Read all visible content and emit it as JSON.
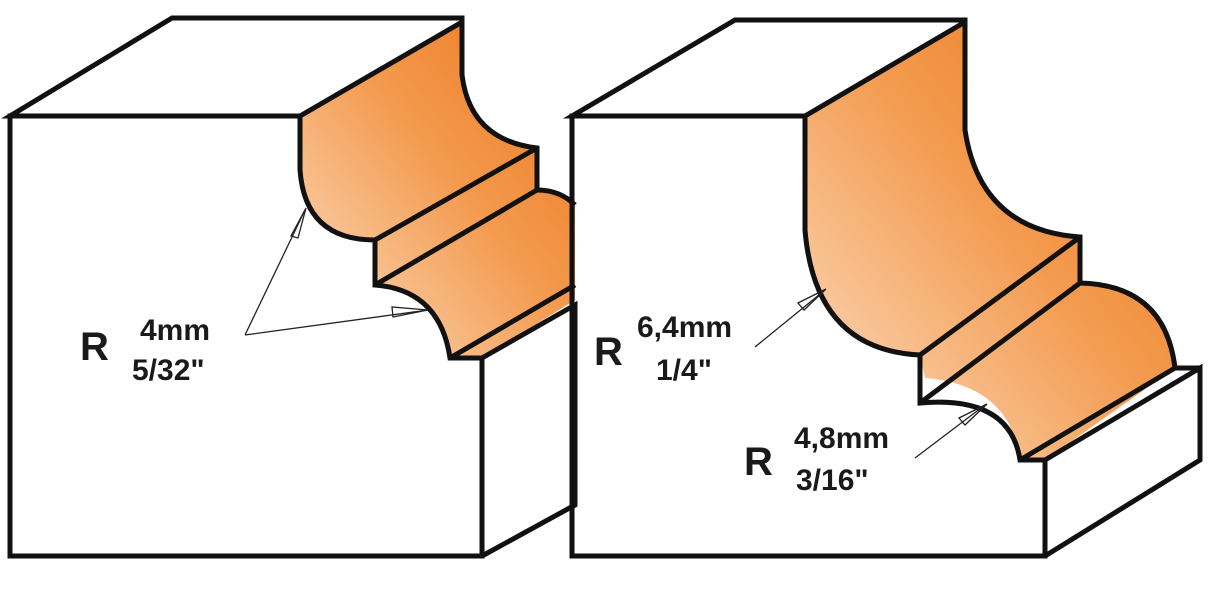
{
  "colors": {
    "profile_light": "#fbd2ad",
    "profile_dark": "#ee7a1e",
    "outline": "#111111"
  },
  "left_profile": {
    "radius_prefix": "R",
    "radius_mm": "4mm",
    "radius_in": "5/32\""
  },
  "right_profile": {
    "upper": {
      "radius_prefix": "R",
      "radius_mm": "6,4mm",
      "radius_in": "1/4\""
    },
    "lower": {
      "radius_prefix": "R",
      "radius_mm": "4,8mm",
      "radius_in": "3/16\""
    }
  }
}
